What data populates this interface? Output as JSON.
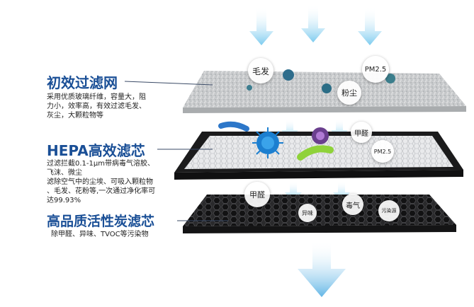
{
  "layers": [
    {
      "title": "初效过滤网",
      "description": [
        "采用优质玻璃纤维，容量大，阻",
        "力小，效率高，有效过滤毛发、",
        "灰尘，大颗粒物等"
      ]
    },
    {
      "title": "HEPA高效滤芯",
      "description": [
        "过滤拦截0.1-1μm带病毒气溶胶、",
        "飞沫、微尘",
        "滤除空气中的尘埃、可吸入颗粒物",
        "、毛发、花粉等,一次通过净化率可",
        "达99.93%"
      ]
    },
    {
      "title": "高品质活性炭滤芯",
      "description": [
        "除甲醛、异味、TVOC等污染物"
      ]
    }
  ],
  "bubbles": {
    "hair": "毛发",
    "pm25_top": "PM2.5",
    "dust": "粉尘",
    "formaldehyde_mid": "甲醛",
    "pm25_mid": "PM2.5",
    "formaldehyde_low": "甲醛",
    "odor": "异味",
    "toxic_gas": "毒气",
    "pollutant": "污染源"
  },
  "colors": {
    "title_blue": "#1a4f96",
    "arrow_blue": "#8fd3f2",
    "arrow_blue_big": "#6cbde8"
  }
}
